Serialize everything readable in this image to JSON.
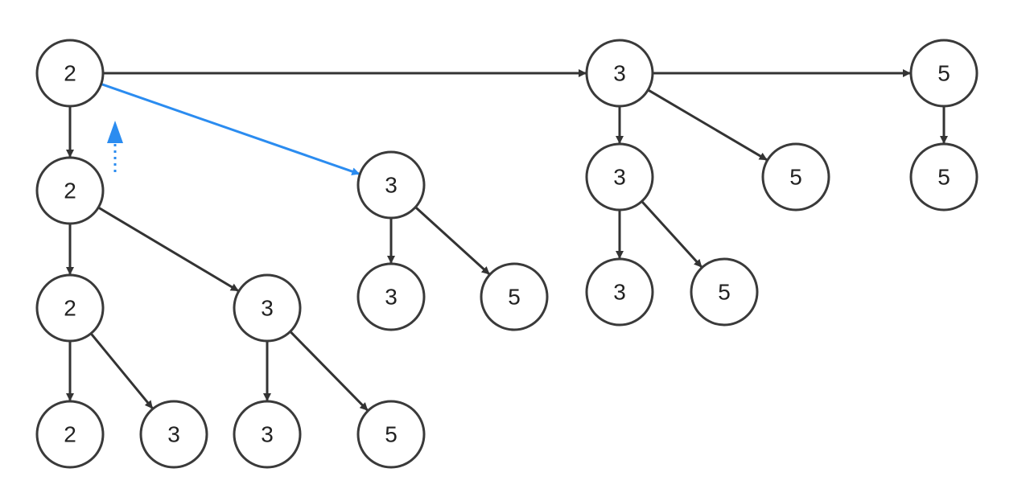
{
  "colors": {
    "node_stroke": "#3a3a3a",
    "edge": "#333333",
    "highlight_edge": "#2b8cf0",
    "background": "#ffffff"
  },
  "tree": {
    "nodes": [
      {
        "id": "n0",
        "label": "2"
      },
      {
        "id": "n1",
        "label": "3"
      },
      {
        "id": "n2",
        "label": "5"
      },
      {
        "id": "n3",
        "label": "2"
      },
      {
        "id": "n4",
        "label": "3"
      },
      {
        "id": "n5",
        "label": "3"
      },
      {
        "id": "n6",
        "label": "5"
      },
      {
        "id": "n7",
        "label": "5"
      },
      {
        "id": "n8",
        "label": "3"
      },
      {
        "id": "n9",
        "label": "5"
      },
      {
        "id": "n10",
        "label": "3"
      },
      {
        "id": "n11",
        "label": "5"
      },
      {
        "id": "n12",
        "label": "2"
      },
      {
        "id": "n13",
        "label": "3"
      },
      {
        "id": "n14",
        "label": "2"
      },
      {
        "id": "n15",
        "label": "3"
      },
      {
        "id": "n16",
        "label": "3"
      },
      {
        "id": "n17",
        "label": "5"
      }
    ],
    "edges": [
      {
        "from": "n0",
        "to": "n1",
        "style": "solid"
      },
      {
        "from": "n1",
        "to": "n2",
        "style": "solid"
      },
      {
        "from": "n0",
        "to": "n3",
        "style": "solid"
      },
      {
        "from": "n0",
        "to": "n4",
        "style": "highlight"
      },
      {
        "from": "n1",
        "to": "n5",
        "style": "solid"
      },
      {
        "from": "n1",
        "to": "n6",
        "style": "solid"
      },
      {
        "from": "n2",
        "to": "n7",
        "style": "solid"
      },
      {
        "from": "n4",
        "to": "n8",
        "style": "solid"
      },
      {
        "from": "n4",
        "to": "n9",
        "style": "solid"
      },
      {
        "from": "n5",
        "to": "n10",
        "style": "solid"
      },
      {
        "from": "n5",
        "to": "n11",
        "style": "solid"
      },
      {
        "from": "n3",
        "to": "n12",
        "style": "solid"
      },
      {
        "from": "n3",
        "to": "n13",
        "style": "solid"
      },
      {
        "from": "n12",
        "to": "n14",
        "style": "solid"
      },
      {
        "from": "n12",
        "to": "n15",
        "style": "solid"
      },
      {
        "from": "n13",
        "to": "n16",
        "style": "solid"
      },
      {
        "from": "n13",
        "to": "n17",
        "style": "solid"
      }
    ]
  }
}
